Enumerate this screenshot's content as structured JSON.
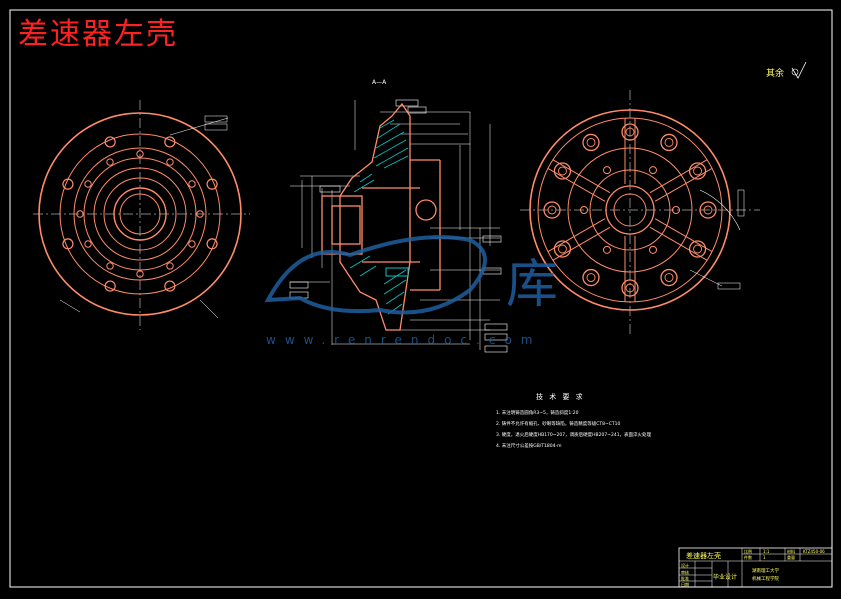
{
  "drawing": {
    "banner_title": "差速器左壳",
    "section_label": "A—A",
    "surface_note": "其余",
    "watermark_text": "www.renrendoc.com",
    "watermark_char": "库",
    "tech_requirements": {
      "heading": "技 术 要 求",
      "items": [
        "1. 未注明铸造圆角R3~5，铸造斜度1:20",
        "2. 铸件不允许有缩孔、砂眼等缺陷，铸造精度等级CT8~CT10",
        "3. 硬度，退火后硬度HB170~207，调质后硬度HB207~241，表面淬火处理",
        "4. 未注尺寸公差按GB/T1804-m"
      ]
    },
    "title_block": {
      "part_name": "差速器左壳",
      "design_label": "毕业设计",
      "scale_label": "比例",
      "scale_value": "1:1",
      "material_label": "材料",
      "material_value": "KTZ450-06",
      "qty_label": "件数",
      "qty_value": "1",
      "weight_label": "重量",
      "school": "湖南理工大学",
      "dept": "机械工程学院",
      "rows": [
        "设计",
        "审核",
        "批准",
        "日期"
      ]
    }
  },
  "colors": {
    "background": "#000000",
    "frame": "#ffffff",
    "outline": "#ff8c69",
    "hatch": "#00c8c8",
    "dimension": "#ffffff",
    "title": "#ff2020",
    "text": "#ffff66",
    "watermark": "#1e5fa0"
  }
}
